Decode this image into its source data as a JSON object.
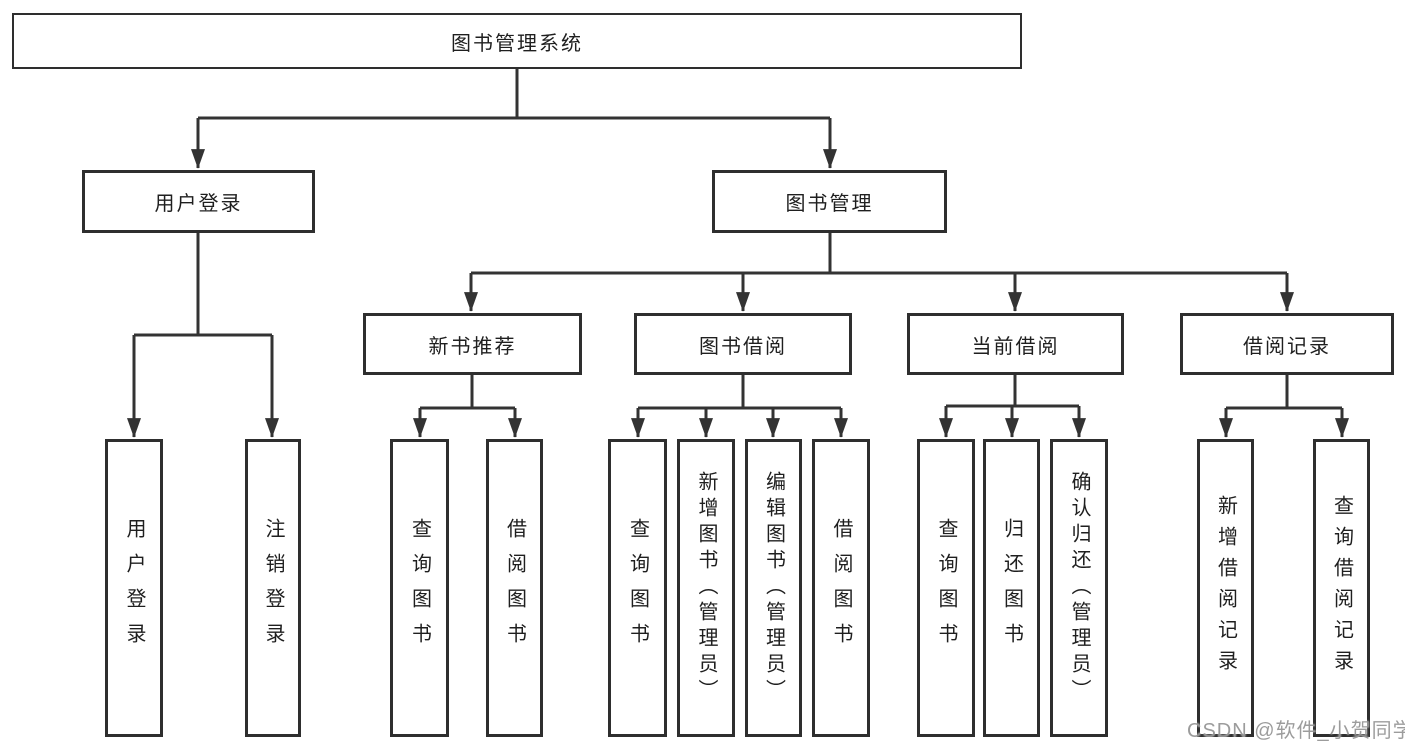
{
  "colors": {
    "line": "#333333",
    "box_border": "#2e2e2e",
    "text": "#1f1f1f",
    "watermark": "#919191",
    "background": "#ffffff"
  },
  "watermark": {
    "text": "CSDN @软件_小贺同学"
  },
  "diagram": {
    "type": "tree",
    "root": {
      "label": "图书管理系统",
      "children": [
        {
          "label": "用户登录",
          "children": [
            {
              "label": "用户登录"
            },
            {
              "label": "注销登录"
            }
          ]
        },
        {
          "label": "图书管理",
          "children": [
            {
              "label": "新书推荐",
              "children": [
                {
                  "label": "查询图书"
                },
                {
                  "label": "借阅图书"
                }
              ]
            },
            {
              "label": "图书借阅",
              "children": [
                {
                  "label": "查询图书"
                },
                {
                  "label": "新增图书（管理员）"
                },
                {
                  "label": "编辑图书（管理员）"
                },
                {
                  "label": "借阅图书"
                }
              ]
            },
            {
              "label": "当前借阅",
              "children": [
                {
                  "label": "查询图书"
                },
                {
                  "label": "归还图书"
                },
                {
                  "label": "确认归还（管理员）"
                }
              ]
            },
            {
              "label": "借阅记录",
              "children": [
                {
                  "label": "新增借阅记录"
                },
                {
                  "label": "查询借阅记录"
                }
              ]
            }
          ]
        }
      ]
    }
  }
}
